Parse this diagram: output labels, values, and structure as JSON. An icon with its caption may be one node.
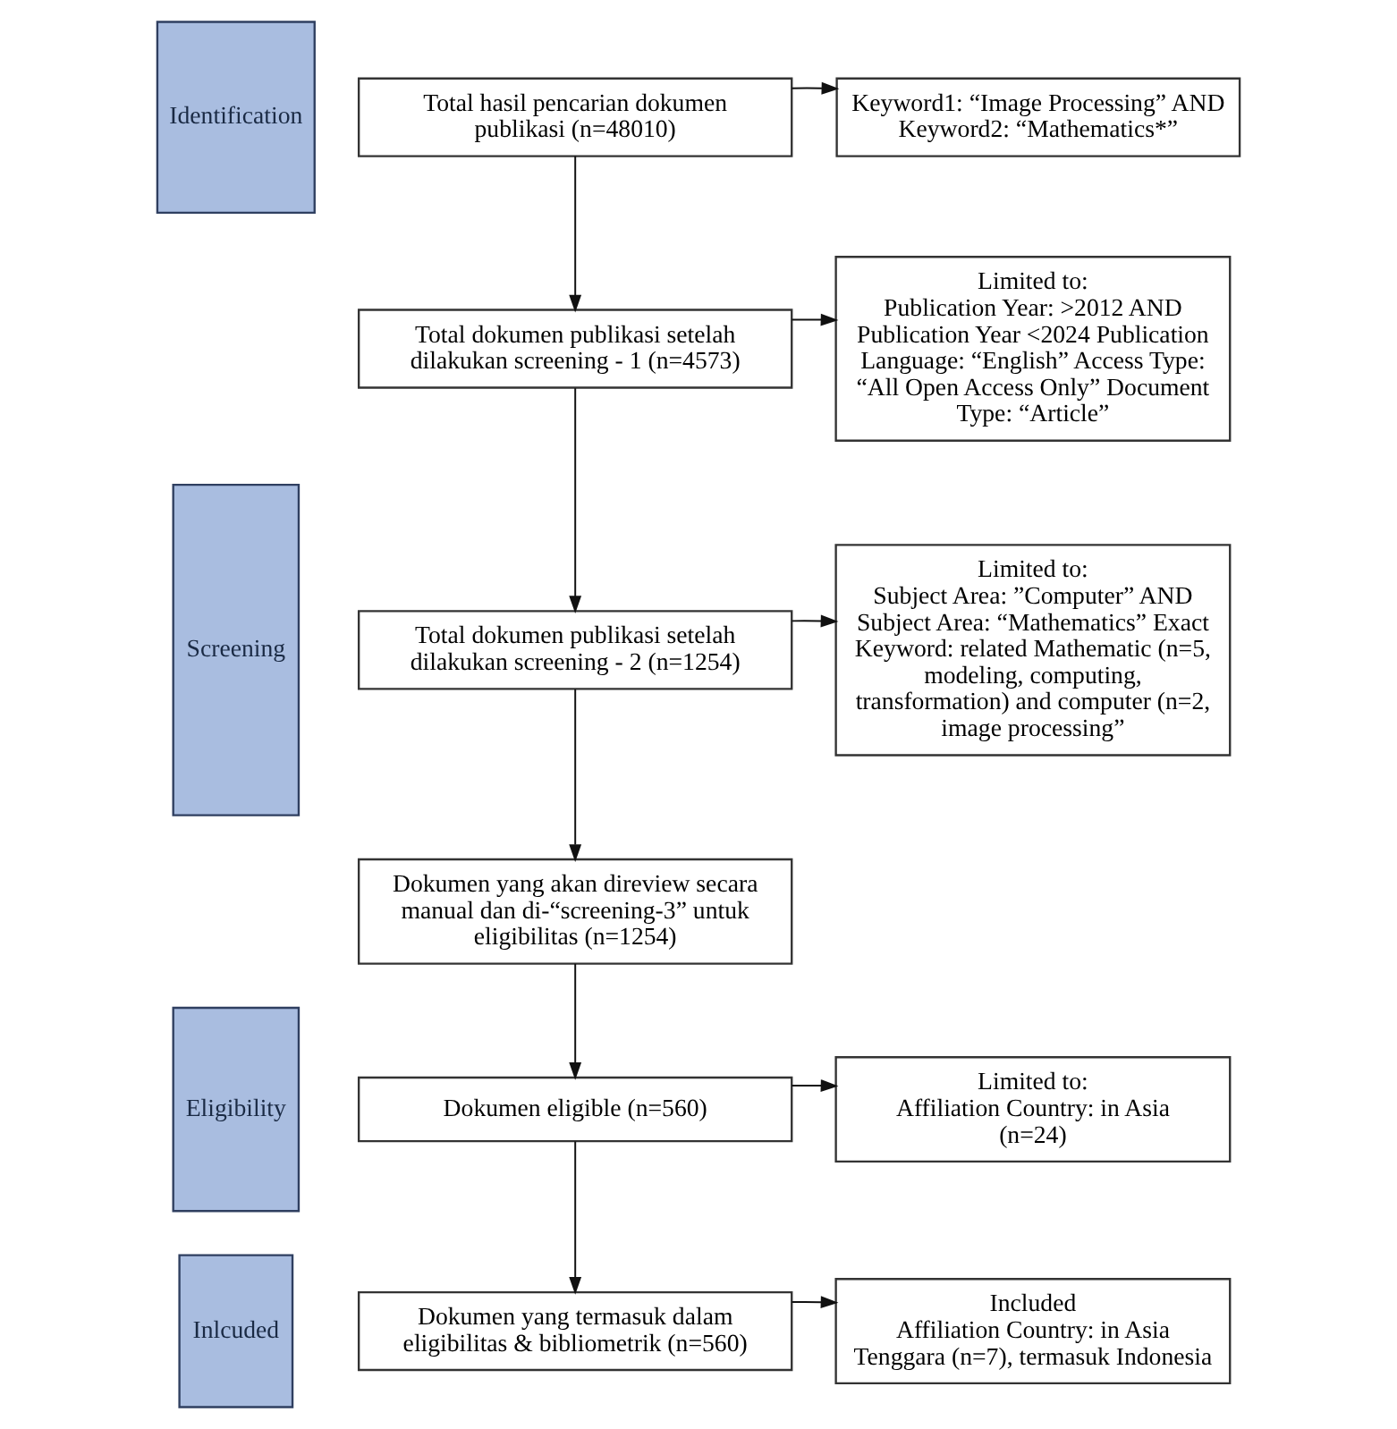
{
  "diagram": {
    "nodes": [
      {
        "text": [
          "Identification"
        ]
      },
      {
        "text": [
          "Screening"
        ]
      },
      {
        "text": [
          "Eligibility"
        ]
      },
      {
        "text": [
          "Inlcuded"
        ]
      },
      {
        "text": [
          "Total hasil pencarian dokumen publikasi (n=48010)"
        ]
      },
      {
        "text": [
          "Keyword1: “Image Processing” AND Keyword2: “Mathematics*”"
        ]
      },
      {
        "text": [
          "Total dokumen publikasi setelah dilakukan screening - 1 (n=4573)"
        ]
      },
      {
        "text": [
          "Limited to:",
          "Publication Year: >2012 AND Publication Year <2024 Publication Language: “English” Access Type: “All Open Access Only” Document Type: “Article”"
        ]
      },
      {
        "text": [
          "Total dokumen publikasi setelah dilakukan screening - 2 (n=1254)"
        ]
      },
      {
        "text": [
          "Limited to:",
          "Subject Area: ”Computer” AND Subject Area: “Mathematics” Exact Keyword: related Mathematic (n=5, modeling, computing, transformation) and computer (n=2, image processing”"
        ]
      },
      {
        "text": [
          "Dokumen yang akan direview secara manual dan di-“screening-3” untuk eligibilitas (n=1254)"
        ]
      },
      {
        "text": [
          "Dokumen eligible (n=560)"
        ]
      },
      {
        "text": [
          "Limited to:",
          "Affiliation Country: in Asia (n=24)"
        ]
      },
      {
        "text": [
          "Dokumen yang termasuk dalam eligibilitas & bibliometrik (n=560)"
        ]
      },
      {
        "text": [
          "Included",
          "Affiliation Country: in Asia Tenggara (n=7), termasuk Indonesia"
        ]
      }
    ],
    "edges": [
      {
        "from": 4,
        "to": 5,
        "arrow": "to"
      },
      {
        "from": 4,
        "to": 6,
        "arrow": "to"
      },
      {
        "from": 6,
        "to": 7,
        "arrow": "to"
      },
      {
        "from": 6,
        "to": 8,
        "arrow": "to"
      },
      {
        "from": 8,
        "to": 9,
        "arrow": "to"
      },
      {
        "from": 8,
        "to": 10,
        "arrow": "to"
      },
      {
        "from": 10,
        "to": 11,
        "arrow": "to"
      },
      {
        "from": 11,
        "to": 12,
        "arrow": "to"
      },
      {
        "from": 11,
        "to": 13,
        "arrow": "to"
      },
      {
        "from": 13,
        "to": 14,
        "arrow": "to"
      }
    ]
  }
}
